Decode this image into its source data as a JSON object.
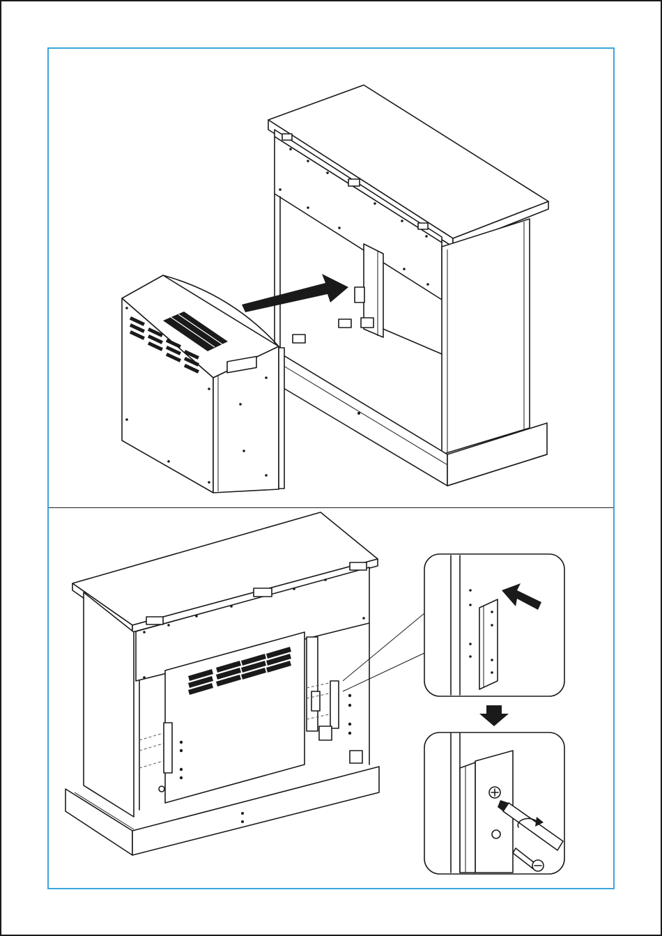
{
  "page": {
    "frame_color": "#3aa6dd",
    "line_color": "#1a1a1a"
  },
  "step_top": {
    "illustration": "fireplace-insert-slide-in",
    "arrow_direction": "insert-into-mantel"
  },
  "step_bottom": {
    "illustration": "insert-installed-with-brackets",
    "detail_top": "bracket-alignment-detail",
    "detail_bottom": "screw-fastening-detail"
  }
}
